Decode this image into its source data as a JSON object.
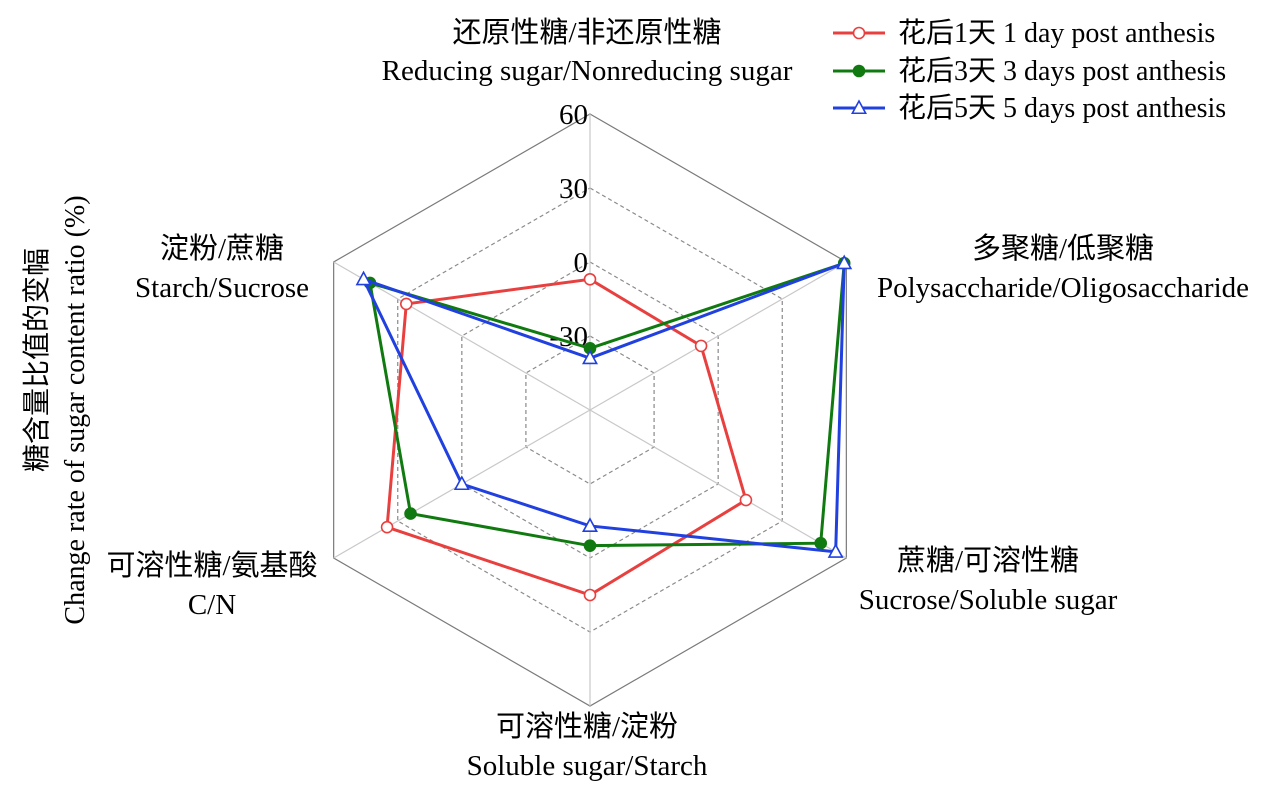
{
  "chart_data": {
    "type": "radar",
    "ylabel": {
      "cn": "糖含量比值的变幅",
      "en": "Change rate of sugar content ratio (%)"
    },
    "rlim": [
      -60,
      60
    ],
    "rticks": [
      "60",
      "30",
      "0",
      "-30"
    ],
    "rtick_values": [
      60,
      30,
      0,
      -30
    ],
    "grid_values": [
      -30,
      0,
      30
    ],
    "grid_labeled_values": [
      -60,
      60
    ],
    "axes": [
      {
        "cn": "还原性糖/非还原性糖",
        "en": "Reducing sugar/Nonreducing sugar"
      },
      {
        "cn": "多聚糖/低聚糖",
        "en": "Polysaccharide/Oligosaccharide"
      },
      {
        "cn": "蔗糖/可溶性糖",
        "en": "Sucrose/Soluble sugar"
      },
      {
        "cn": "可溶性糖/淀粉",
        "en": "Soluble sugar/Starch"
      },
      {
        "cn": "可溶性糖/氨基酸",
        "en": "C/N"
      },
      {
        "cn": "淀粉/蔗糖",
        "en": "Starch/Sucrose"
      }
    ],
    "series": [
      {
        "name": "花后1天 1 day post anthesis",
        "color": "#e8403f",
        "marker": "circle-open",
        "values": [
          -7,
          -8,
          13,
          15,
          35,
          26
        ]
      },
      {
        "name": "花后3天 3 days post anthesis",
        "color": "#107a10",
        "marker": "circle-filled",
        "values": [
          -35,
          59,
          48,
          -5,
          24,
          43
        ]
      },
      {
        "name": "花后5天 5 days post anthesis",
        "color": "#2140e0",
        "marker": "triangle-open",
        "values": [
          -39,
          59,
          55,
          -13,
          0,
          46
        ]
      }
    ],
    "legend": "top-right",
    "grid": true
  }
}
